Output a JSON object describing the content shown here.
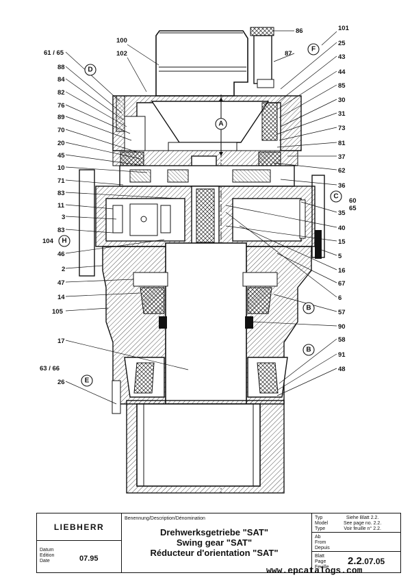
{
  "labels_left": [
    "61 / 65",
    "88",
    "84",
    "82",
    "76",
    "89",
    "70",
    "20",
    "45",
    "10",
    "71",
    "83",
    "11",
    "3",
    "83",
    "104",
    "46",
    "2",
    "47",
    "14",
    "105",
    "17",
    "63 / 66",
    "26"
  ],
  "labels_right": [
    "101",
    "86",
    "87",
    "25",
    "43",
    "44",
    "85",
    "30",
    "31",
    "73",
    "81",
    "37",
    "62",
    "36",
    "60",
    "65",
    "35",
    "40",
    "15",
    "5",
    "16",
    "67",
    "6",
    "57",
    "90",
    "58",
    "91",
    "48"
  ],
  "labels_top": [
    "100",
    "102"
  ],
  "circle_labels": [
    "A",
    "B",
    "B",
    "C",
    "D",
    "E",
    "F",
    "H"
  ],
  "title_block": {
    "company": "LIEBHERR",
    "header": "Benennung/Description/Dénomination",
    "title_de": "Drehwerksgetriebe \"SAT\"",
    "title_en": "Swing gear \"SAT\"",
    "title_fr": "Réducteur d'orientation \"SAT\"",
    "typ_labels": "Typ\nModel\nType",
    "typ_values": "Siehe Blatt 2.2.\nSee page no. 2.2.\nVoir feuille n° 2.2.",
    "ab_labels": "Ab\nFrom\nDepuis",
    "blatt_labels": "Blatt\nPage\nFeuille",
    "page_main": "2.2",
    "page_sub": ".07.05",
    "datum_labels": "Datum\nEdition\nDate",
    "date_value": "07.95"
  },
  "watermark": "www.epcatalogs.com"
}
